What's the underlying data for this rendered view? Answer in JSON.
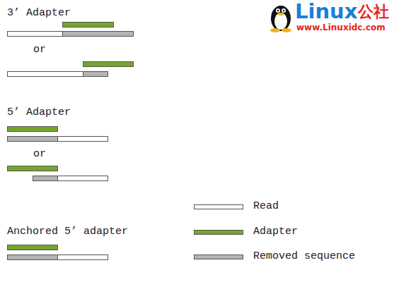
{
  "diagram": {
    "labels": [
      "3’ Adapter",
      "or",
      "5’ Adapter",
      "or",
      "Anchored 5’ adapter",
      "Linux",
      "公社",
      "www.Linuxidc.com"
    ],
    "legend": [
      {
        "text": "Read"
      },
      {
        "text": "Adapter",
        "color": "#76a52c"
      },
      {
        "text": "Removed sequence",
        "color": "#b4b4b4"
      }
    ]
  }
}
